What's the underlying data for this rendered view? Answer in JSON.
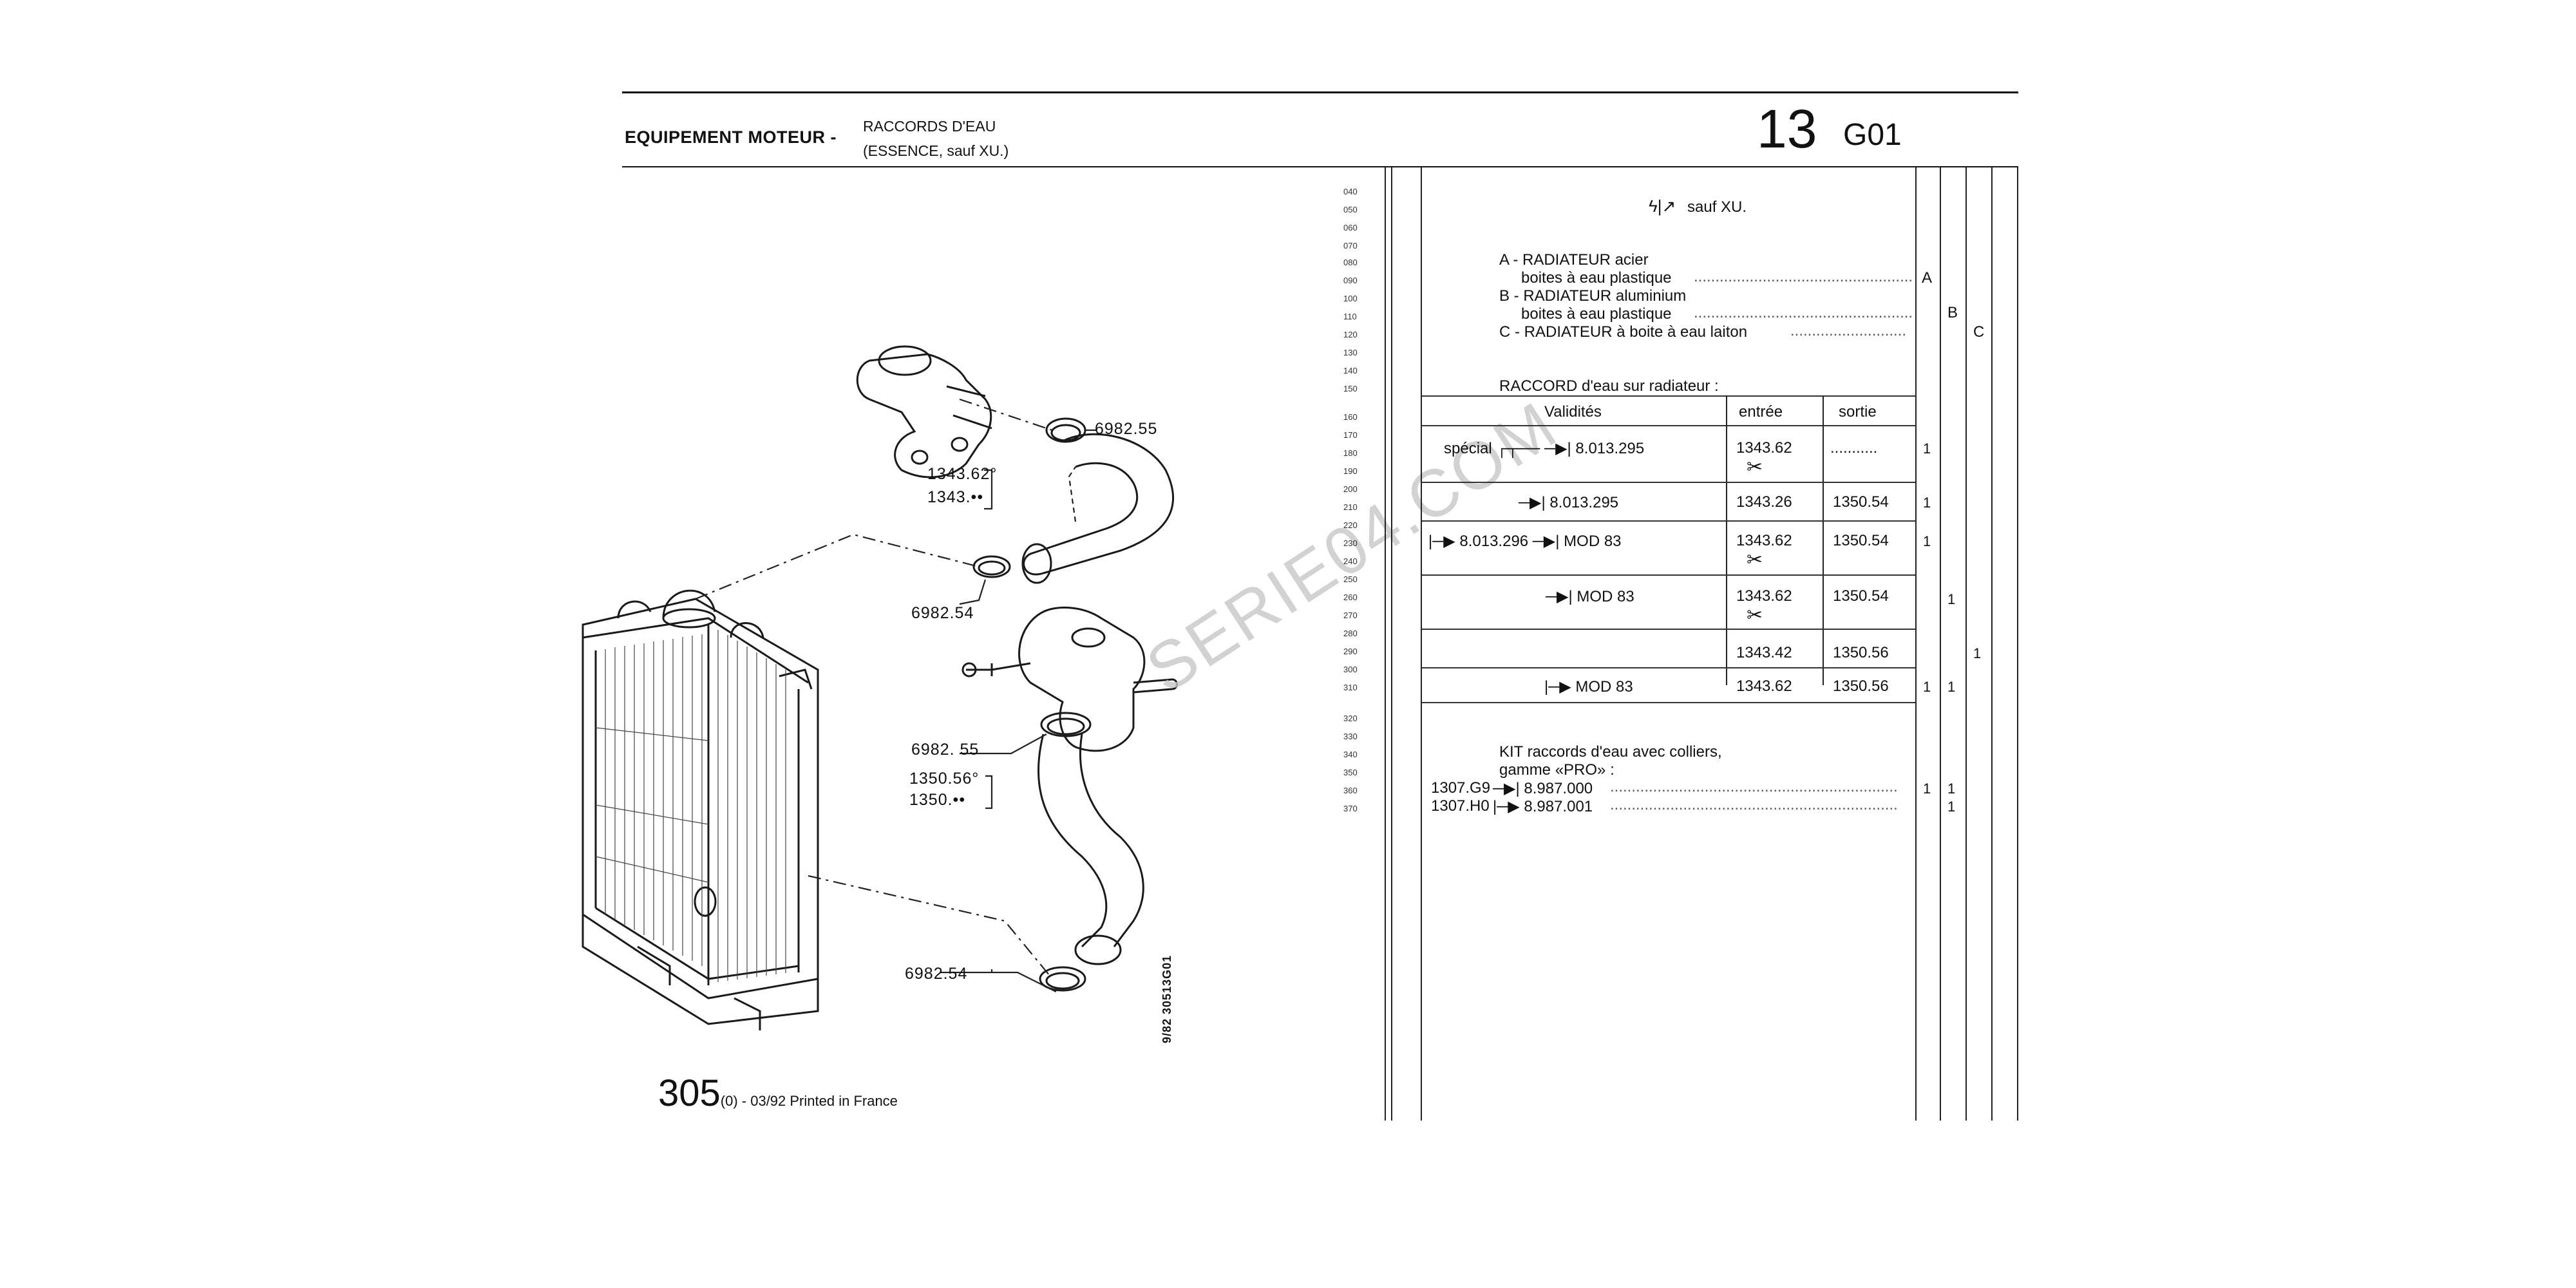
{
  "header": {
    "section": "EQUIPEMENT MOTEUR -",
    "sub_line1": "RACCORDS D'EAU",
    "sub_line2": "(ESSENCE, sauf XU.)",
    "group_number": "13",
    "group_code": "G01"
  },
  "diagram": {
    "watermark": "SERIE04.COM",
    "drawing_code": "9/82 30513G01",
    "labels": {
      "top_clamp": "6982.55",
      "top_hose_ref1": "1343.62°",
      "top_hose_ref2": "1343.••",
      "mid_clamp": "6982.54",
      "low_clamp_top": "6982. 55",
      "low_hose_ref1": "1350.56°",
      "low_hose_ref2": "1350.••",
      "bottom_clamp": "6982.54"
    }
  },
  "footer": {
    "model": "305",
    "rest": "(0) - 03/92 Printed in France"
  },
  "parts_table": {
    "line_numbers": [
      "040",
      "050",
      "060",
      "070",
      "080",
      "090",
      "100",
      "110",
      "120",
      "130",
      "140",
      "150",
      "160",
      "170",
      "180",
      "190",
      "200",
      "210",
      "220",
      "230",
      "240",
      "250",
      "260",
      "270",
      "280",
      "290",
      "300",
      "310",
      "320",
      "330",
      "340",
      "350",
      "360",
      "370"
    ],
    "intro": "sauf XU.",
    "variants": [
      {
        "line1": "A - RADIATEUR acier",
        "line2": "boites à eau plastique",
        "mark": "A"
      },
      {
        "line1": "B - RADIATEUR aluminium",
        "line2": "boites à eau plastique",
        "mark": "B"
      },
      {
        "line1": "C - RADIATEUR à boite à eau laiton",
        "line2": "",
        "mark": "C"
      }
    ],
    "raccord_title": "RACCORD d'eau sur radiateur :",
    "columns": {
      "validites": "Validités",
      "entree": "entrée",
      "sortie": "sortie"
    },
    "rows": [
      {
        "validite": "spécial ┌┬── ─▶| 8.013.295",
        "entree": "1343.62",
        "sortie": "...........",
        "scissors": true,
        "a": "1",
        "b": "",
        "c": ""
      },
      {
        "validite": "─▶| 8.013.295",
        "entree": "1343.26",
        "sortie": "1350.54",
        "scissors": false,
        "a": "1",
        "b": "",
        "c": ""
      },
      {
        "validite": "|─▶ 8.013.296 ─▶| MOD 83",
        "entree": "1343.62",
        "sortie": "1350.54",
        "scissors": true,
        "a": "1",
        "b": "",
        "c": ""
      },
      {
        "validite": "─▶| MOD 83",
        "entree": "1343.62",
        "sortie": "1350.54",
        "scissors": true,
        "a": "",
        "b": "1",
        "c": ""
      },
      {
        "validite": "",
        "entree": "1343.42",
        "sortie": "1350.56",
        "scissors": false,
        "a": "",
        "b": "",
        "c": "1"
      },
      {
        "validite": "|─▶ MOD 83",
        "entree": "1343.62",
        "sortie": "1350.56",
        "scissors": false,
        "a": "1",
        "b": "1",
        "c": ""
      }
    ],
    "kit": {
      "title1": "KIT raccords d'eau avec colliers,",
      "title2": "gamme «PRO» :",
      "items": [
        {
          "ref": "1307.G9",
          "desc": "─▶| 8.987.000",
          "a": "1",
          "b": "1"
        },
        {
          "ref": "1307.H0",
          "desc": "|─▶ 8.987.001",
          "a": "",
          "b": "1"
        }
      ]
    }
  }
}
